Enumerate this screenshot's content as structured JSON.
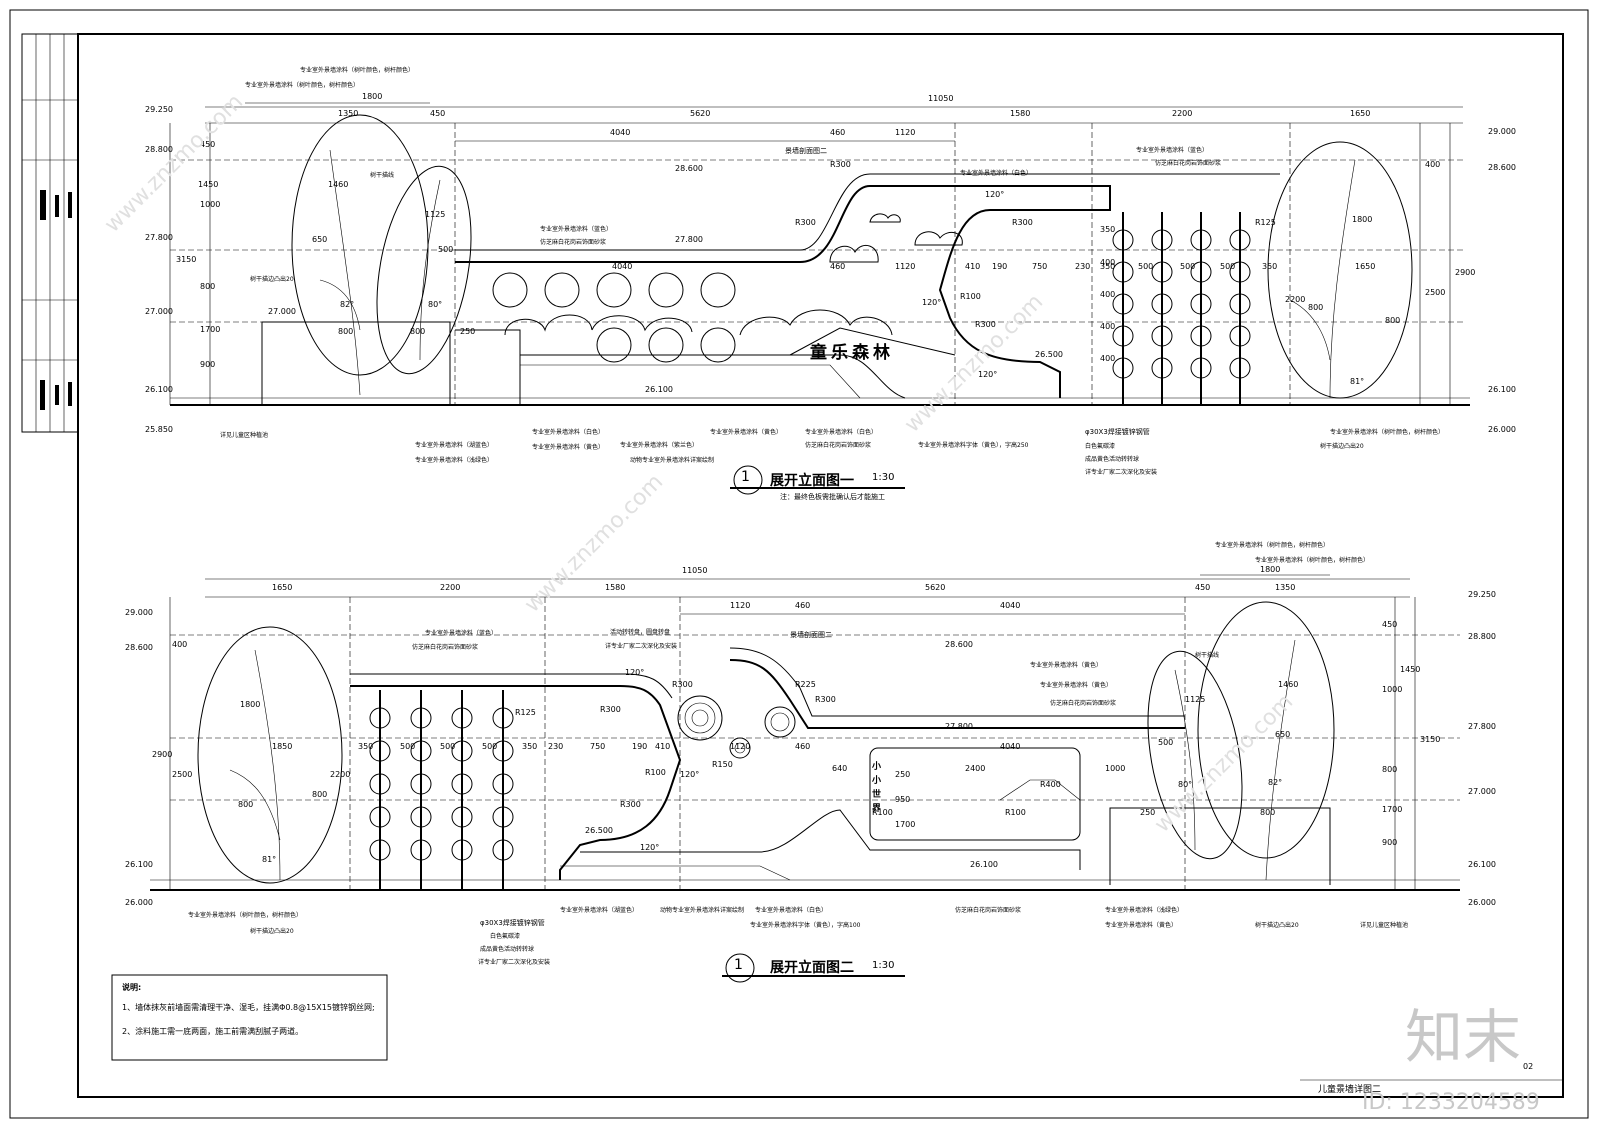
{
  "sheet": {
    "footer_title": "儿童景墙详图二",
    "page_no": "02",
    "brand": "知末",
    "id_label": "ID: 1233204589",
    "watermark": "www.znzmo.com"
  },
  "notes": {
    "heading": "说明:",
    "items": [
      "1、墙体抹灰前墙面需清理干净、湿毛，挂满Φ0.8@15X15镀锌钢丝网;",
      "2、涂料施工需一底两面，施工前需满刮腻子两道。"
    ]
  },
  "elevation1": {
    "number": "1",
    "title": "展开立面图一",
    "scale": "1:30",
    "remark": "注：最终色板需批确认后才能施工",
    "sign_text": "童乐森林",
    "section_tag": "景墙剖面图二",
    "top_dims": [
      "1800",
      "1350",
      "450",
      "5620",
      "1580",
      "2200",
      "1650"
    ],
    "overall_dim": "11050",
    "mid_dims": [
      "4040",
      "460",
      "1120"
    ],
    "inner_dims": [
      "4040",
      "460",
      "1120",
      "410",
      "190",
      "750",
      "230",
      "350",
      "500",
      "500",
      "500",
      "350",
      "1650"
    ],
    "left_vert_dims": [
      "450",
      "1000",
      "800",
      "1700",
      "900",
      "1450",
      "3150"
    ],
    "right_vert_dims": [
      "400",
      "2900",
      "2500"
    ],
    "tree_dims": [
      "1460",
      "1125",
      "650",
      "500",
      "800",
      "800",
      "250",
      "1800",
      "2200",
      "800",
      "800",
      "82°",
      "80°",
      "81°"
    ],
    "radius_tags": [
      "R300",
      "R300",
      "R300",
      "R300",
      "R100",
      "R125",
      "120°",
      "120°",
      "120°"
    ],
    "circle_dims": [
      "350",
      "400",
      "400",
      "400",
      "400"
    ],
    "elevations_left": [
      "29.250",
      "28.800",
      "27.800",
      "27.000",
      "26.100",
      "25.850"
    ],
    "elevations_right": [
      "29.000",
      "28.600",
      "26.100",
      "26.000"
    ],
    "elevations_mid": [
      "28.600",
      "27.800",
      "27.000",
      "26.500",
      "26.100"
    ],
    "callouts_top": [
      "专业室外景墙涂料（树叶颜色，树杆颜色）",
      "专业室外景墙涂料（树叶颜色，树杆颜色）",
      "树干描线",
      "专业室外景墙涂料（蓝色）",
      "仿芝麻白花岗岩饰面砂浆",
      "专业室外景墙涂料（白色）",
      "专业室外景墙涂料（蓝色）",
      "仿芝麻白花岗岩饰面砂浆",
      "树干描边凸出20"
    ],
    "callouts_bottom": [
      "详见儿童区种植池",
      "专业室外景墙涂料（湖蓝色）",
      "专业室外景墙涂料（浅绿色）",
      "专业室外景墙涂料（白色）",
      "专业室外景墙涂料（黄色）",
      "专业室外景墙涂料（紫兰色）",
      "动物专业室外景墙涂料详案绘制",
      "专业室外景墙涂料（黄色）",
      "仿芝麻白花岗岩饰面砂浆",
      "专业室外景墙涂料（白色）",
      "专业室外景墙涂料字体（黄色），字高250",
      "φ30X3焊接镀锌钢管",
      "白色氟碳漆",
      "成品黄色活动转转球",
      "详专业厂家二次深化及安装",
      "专业室外景墙涂料（树叶颜色，树杆颜色）",
      "树干描边凸出20"
    ]
  },
  "elevation2": {
    "number": "1",
    "title": "展开立面图二",
    "scale": "1:30",
    "section_tag": "景墙剖面图二",
    "vertical_text": "小小世界",
    "top_dims": [
      "1650",
      "2200",
      "1580",
      "5620",
      "450",
      "1800",
      "1350"
    ],
    "overall_dim": "11050",
    "mid_dims": [
      "1120",
      "460",
      "4040"
    ],
    "inner_dims": [
      "1850",
      "350",
      "500",
      "500",
      "500",
      "350",
      "230",
      "750",
      "190",
      "410",
      "1120",
      "460",
      "640",
      "2400",
      "1000",
      "4040"
    ],
    "left_vert_dims": [
      "400",
      "2900",
      "2500"
    ],
    "right_vert_dims": [
      "450",
      "1000",
      "800",
      "1700",
      "900",
      "1450",
      "3150"
    ],
    "tree_dims": [
      "1800",
      "2200",
      "800",
      "800",
      "1460",
      "1125",
      "650",
      "500",
      "800",
      "250",
      "81°",
      "80°",
      "82°"
    ],
    "radius_tags": [
      "R300",
      "R300",
      "R300",
      "R300",
      "R100",
      "R150",
      "R225",
      "R125",
      "R100",
      "R100",
      "R400",
      "120°",
      "120°",
      "120°"
    ],
    "inner_vert": [
      "250",
      "950",
      "1700"
    ],
    "elevations_left": [
      "29.000",
      "28.600",
      "26.100",
      "26.000"
    ],
    "elevations_right": [
      "29.250",
      "28.800",
      "27.800",
      "27.000",
      "26.100",
      "26.000"
    ],
    "elevations_mid": [
      "28.600",
      "27.800",
      "26.500",
      "26.100"
    ],
    "callouts_top": [
      "专业室外景墙涂料（树叶颜色，树杆颜色）",
      "专业室外景墙涂料（树叶颜色，树杆颜色）",
      "树干描线",
      "专业室外景墙涂料（蓝色）",
      "仿芝麻白花岗岩饰面砂浆",
      "活动转转盘，圆盘转盘",
      "详专业厂家二次深化及安装",
      "专业室外景墙涂料（黄色）",
      "专业室外景墙涂料（黄色）",
      "仿芝麻白花岗岩饰面砂浆"
    ],
    "callouts_bottom": [
      "专业室外景墙涂料（树叶颜色，树杆颜色）",
      "树干描边凸出20",
      "φ30X3焊接镀锌钢管",
      "白色氟碳漆",
      "成品黄色活动转转球",
      "详专业厂家二次深化及安装",
      "专业室外景墙涂料（湖蓝色）",
      "动物专业室外景墙涂料详案绘制",
      "专业室外景墙涂料（白色）",
      "专业室外景墙涂料字体（黄色），字高100",
      "仿芝麻白花岗岩饰面砂浆",
      "专业室外景墙涂料（浅绿色）",
      "专业室外景墙涂料（黄色）",
      "树干描边凸出20",
      "详见儿童区种植池"
    ]
  },
  "colors": {
    "line": "#000000",
    "watermark": "#d8d8d8",
    "brand": "#c8c8c8"
  }
}
